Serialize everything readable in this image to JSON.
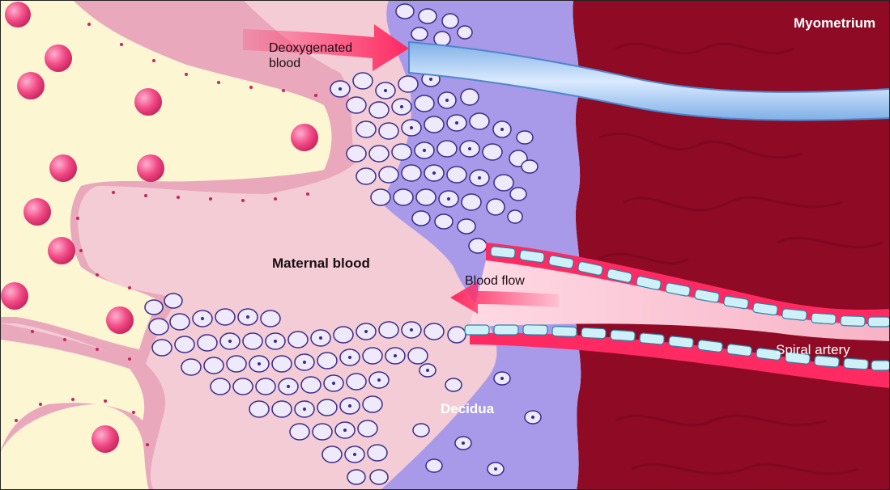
{
  "labels": {
    "myometrium": "Myometrium",
    "deoxygenated_blood": "Deoxygenated blood",
    "maternal_blood": "Maternal blood",
    "blood_flow": "Blood flow",
    "spiral_artery": "Spiral artery",
    "decidua": "Decidua"
  },
  "colors": {
    "myometrium": "#8e0a25",
    "decidua": "#a89ae8",
    "maternal_blood": "#f4ccd6",
    "villus_core": "#fdf6d3",
    "artery_wall": "#ff2a62",
    "vein": "#9cc3ee",
    "trophoblast_cell": "#eeeafc",
    "fetal_blood_cell": "#f24b86"
  }
}
